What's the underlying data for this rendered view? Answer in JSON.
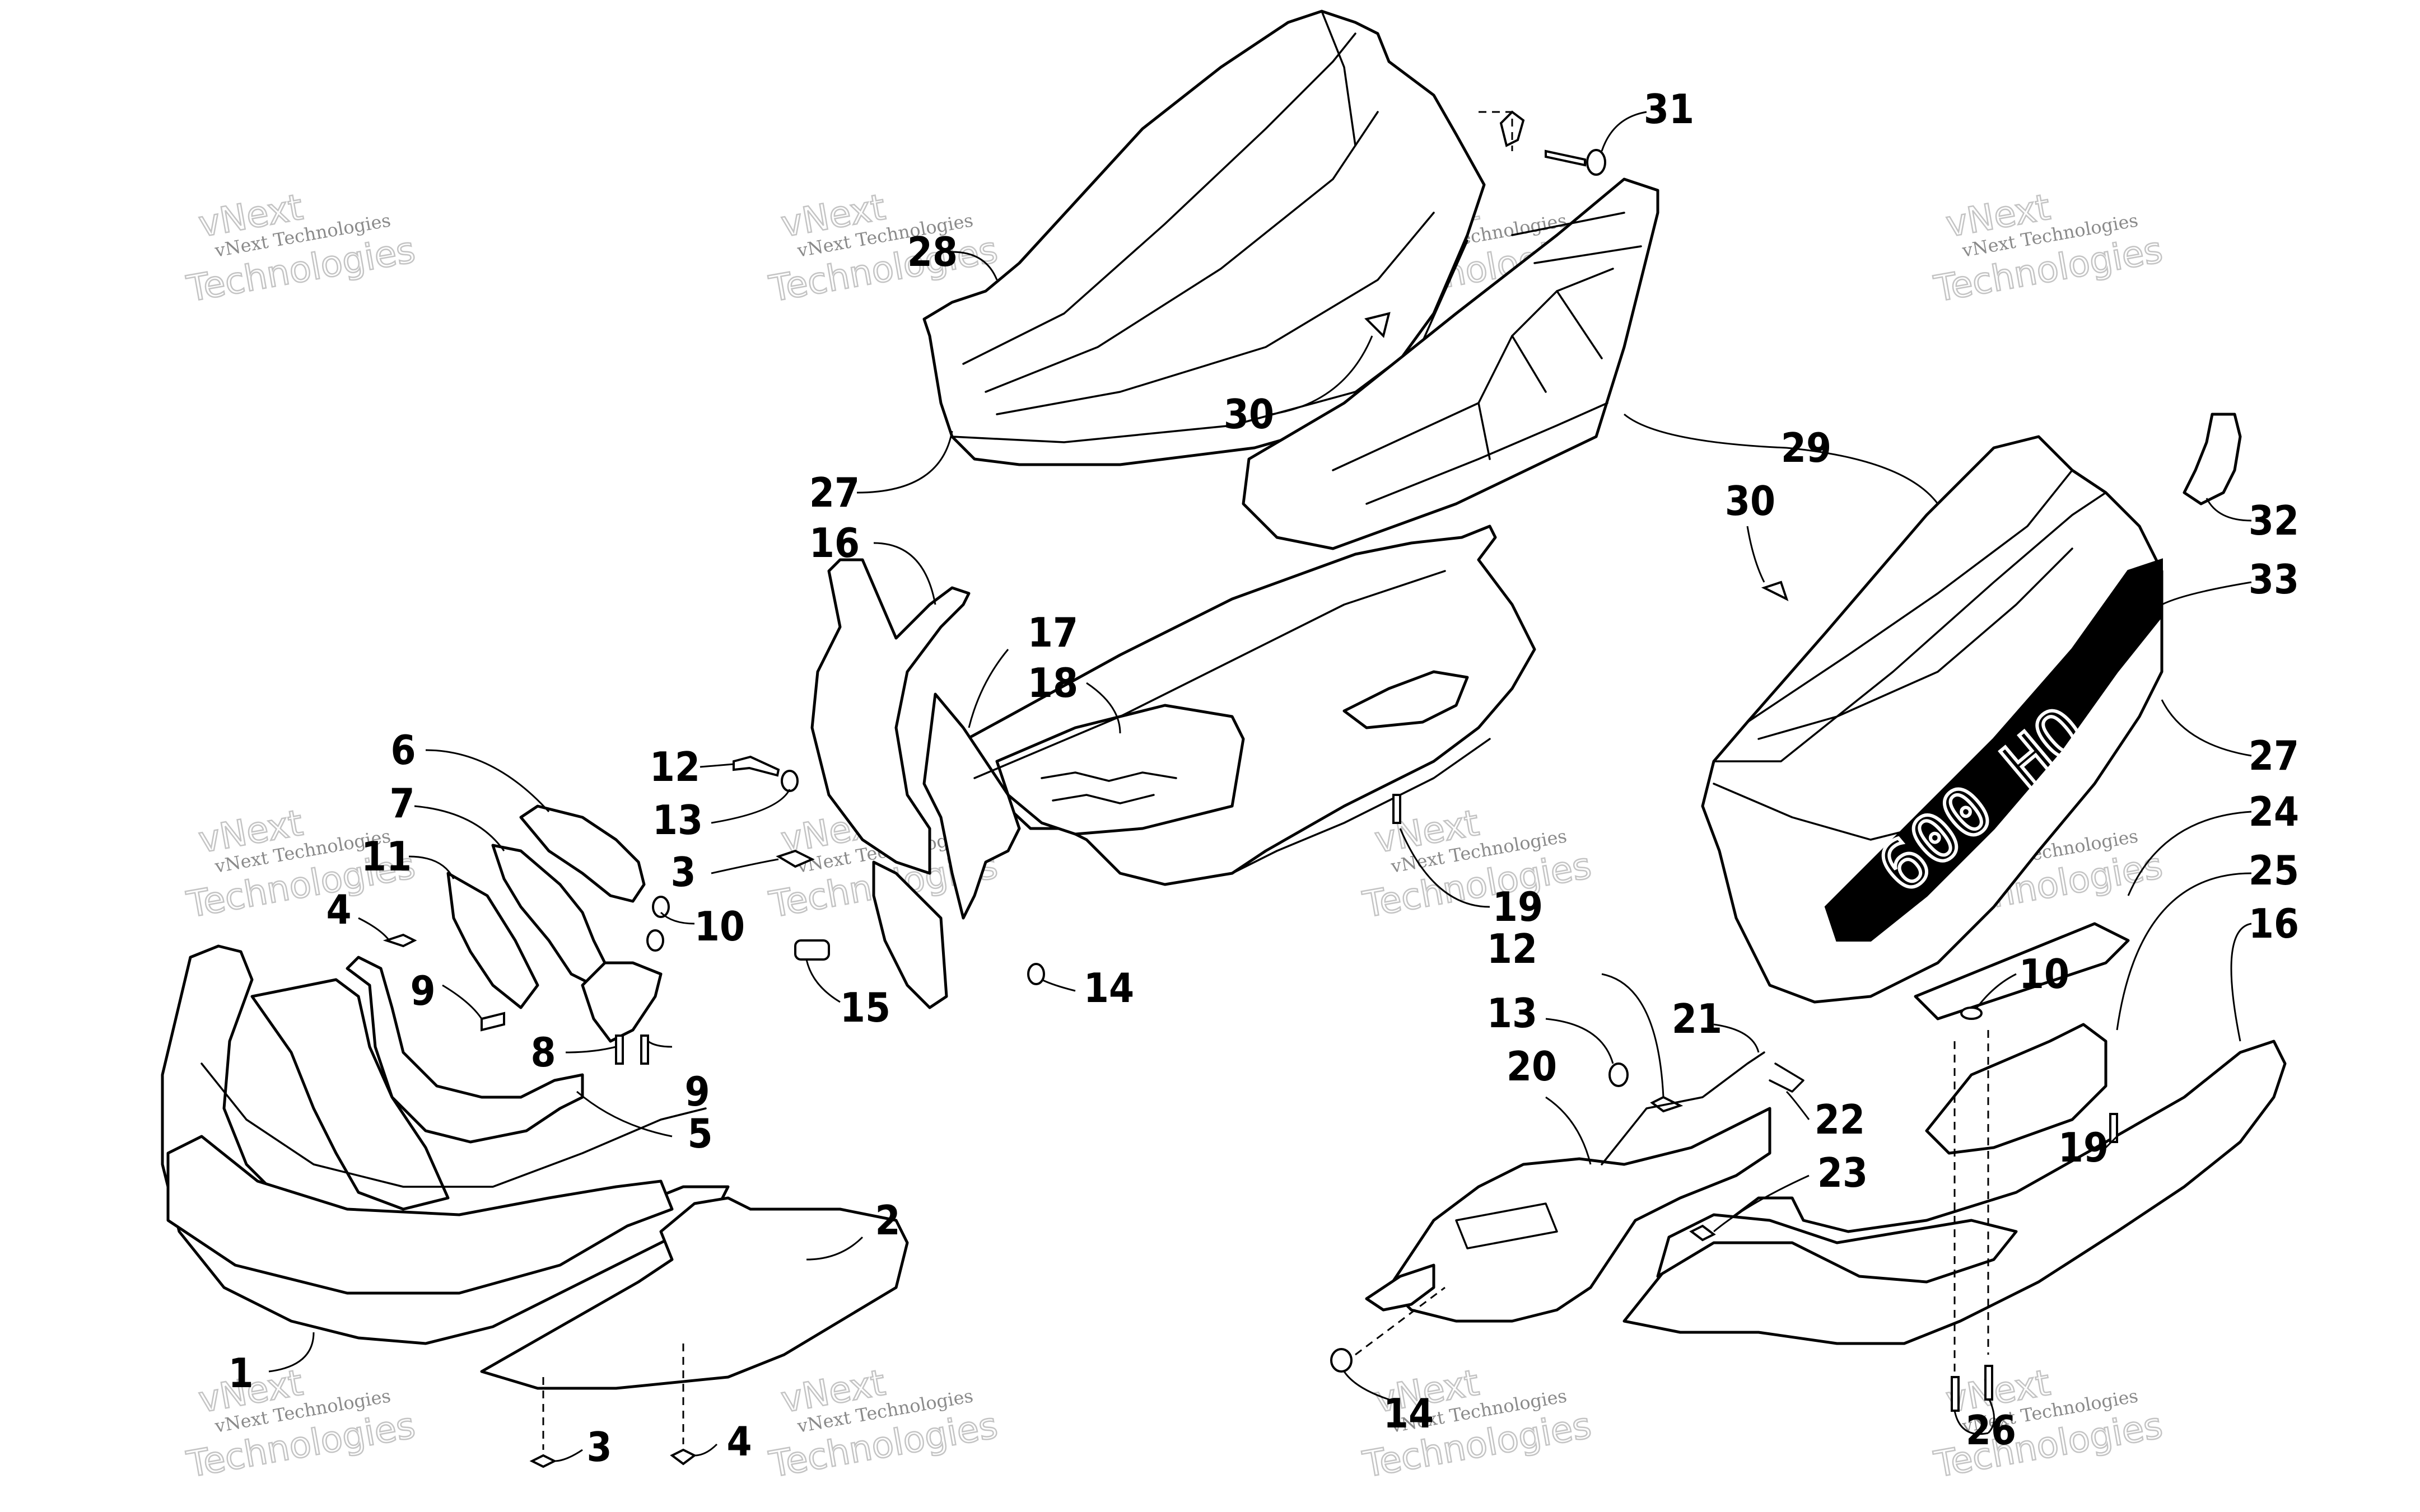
{
  "callouts": [
    {
      "id": "p1",
      "label": "1"
    },
    {
      "id": "p2",
      "label": "2"
    },
    {
      "id": "p3a",
      "label": "3"
    },
    {
      "id": "p3b",
      "label": "3"
    },
    {
      "id": "p4a",
      "label": "4"
    },
    {
      "id": "p4b",
      "label": "4"
    },
    {
      "id": "p5",
      "label": "5"
    },
    {
      "id": "p6",
      "label": "6"
    },
    {
      "id": "p7",
      "label": "7"
    },
    {
      "id": "p8",
      "label": "8"
    },
    {
      "id": "p9a",
      "label": "9"
    },
    {
      "id": "p9b",
      "label": "9"
    },
    {
      "id": "p10a",
      "label": "10"
    },
    {
      "id": "p10b",
      "label": "10"
    },
    {
      "id": "p11",
      "label": "11"
    },
    {
      "id": "p12a",
      "label": "12"
    },
    {
      "id": "p12b",
      "label": "12"
    },
    {
      "id": "p13a",
      "label": "13"
    },
    {
      "id": "p13b",
      "label": "13"
    },
    {
      "id": "p14a",
      "label": "14"
    },
    {
      "id": "p14b",
      "label": "14"
    },
    {
      "id": "p15",
      "label": "15"
    },
    {
      "id": "p16a",
      "label": "16"
    },
    {
      "id": "p16b",
      "label": "16"
    },
    {
      "id": "p17",
      "label": "17"
    },
    {
      "id": "p18",
      "label": "18"
    },
    {
      "id": "p19a",
      "label": "19"
    },
    {
      "id": "p19b",
      "label": "19"
    },
    {
      "id": "p20",
      "label": "20"
    },
    {
      "id": "p21",
      "label": "21"
    },
    {
      "id": "p22",
      "label": "22"
    },
    {
      "id": "p23",
      "label": "23"
    },
    {
      "id": "p24",
      "label": "24"
    },
    {
      "id": "p25",
      "label": "25"
    },
    {
      "id": "p26",
      "label": "26"
    },
    {
      "id": "p27a",
      "label": "27"
    },
    {
      "id": "p27b",
      "label": "27"
    },
    {
      "id": "p28",
      "label": "28"
    },
    {
      "id": "p29",
      "label": "29"
    },
    {
      "id": "p30a",
      "label": "30"
    },
    {
      "id": "p30b",
      "label": "30"
    },
    {
      "id": "p31",
      "label": "31"
    },
    {
      "id": "p32",
      "label": "32"
    },
    {
      "id": "p33",
      "label": "33"
    }
  ],
  "watermark": {
    "small": "vNext Technologies",
    "line1": "vNext",
    "line2": "Technologies"
  },
  "hood_logo": "600 HO"
}
